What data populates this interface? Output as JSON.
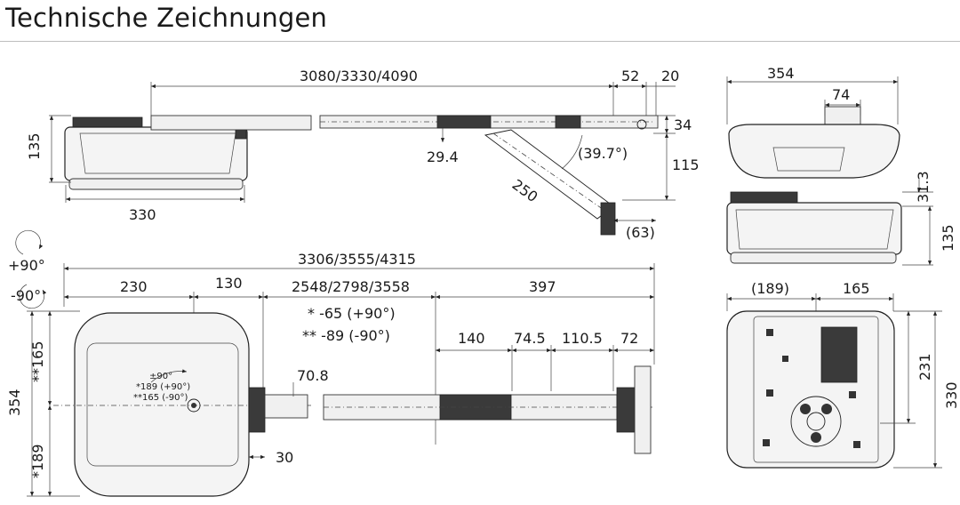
{
  "title": "Technische Zeichnungen",
  "side_view": {
    "length": "3080/3330/4090",
    "d52": "52",
    "d20": "20",
    "d34": "34",
    "d135": "135",
    "d29_4": "29.4",
    "d39_7": "(39.7°)",
    "d115": "115",
    "d250": "250",
    "d330": "330",
    "d63": "(63)"
  },
  "rotation": {
    "plus": "+90°",
    "minus": "-90°"
  },
  "top_view": {
    "total": "3306/3555/4315",
    "d230": "230",
    "d130": "130",
    "d2548": "2548/2798/3558",
    "d397": "397",
    "note1": "* -65 (+90°)",
    "note2": "** -89 (-90°)",
    "d140": "140",
    "d74_5": "74.5",
    "d110_5": "110.5",
    "d72": "72",
    "d70_8": "70.8",
    "d30": "30",
    "d354": "354",
    "d165": "**165",
    "d189": "*189",
    "inner1": "±90°",
    "inner2": "*189 (+90°)",
    "inner3": "**165 (-90°)"
  },
  "front_view": {
    "d354": "354",
    "d74": "74"
  },
  "right_side": {
    "d31_3": "31.3",
    "d135": "135"
  },
  "bottom_view": {
    "d189": "(189)",
    "d165": "165",
    "d231": "231",
    "d330": "330"
  }
}
